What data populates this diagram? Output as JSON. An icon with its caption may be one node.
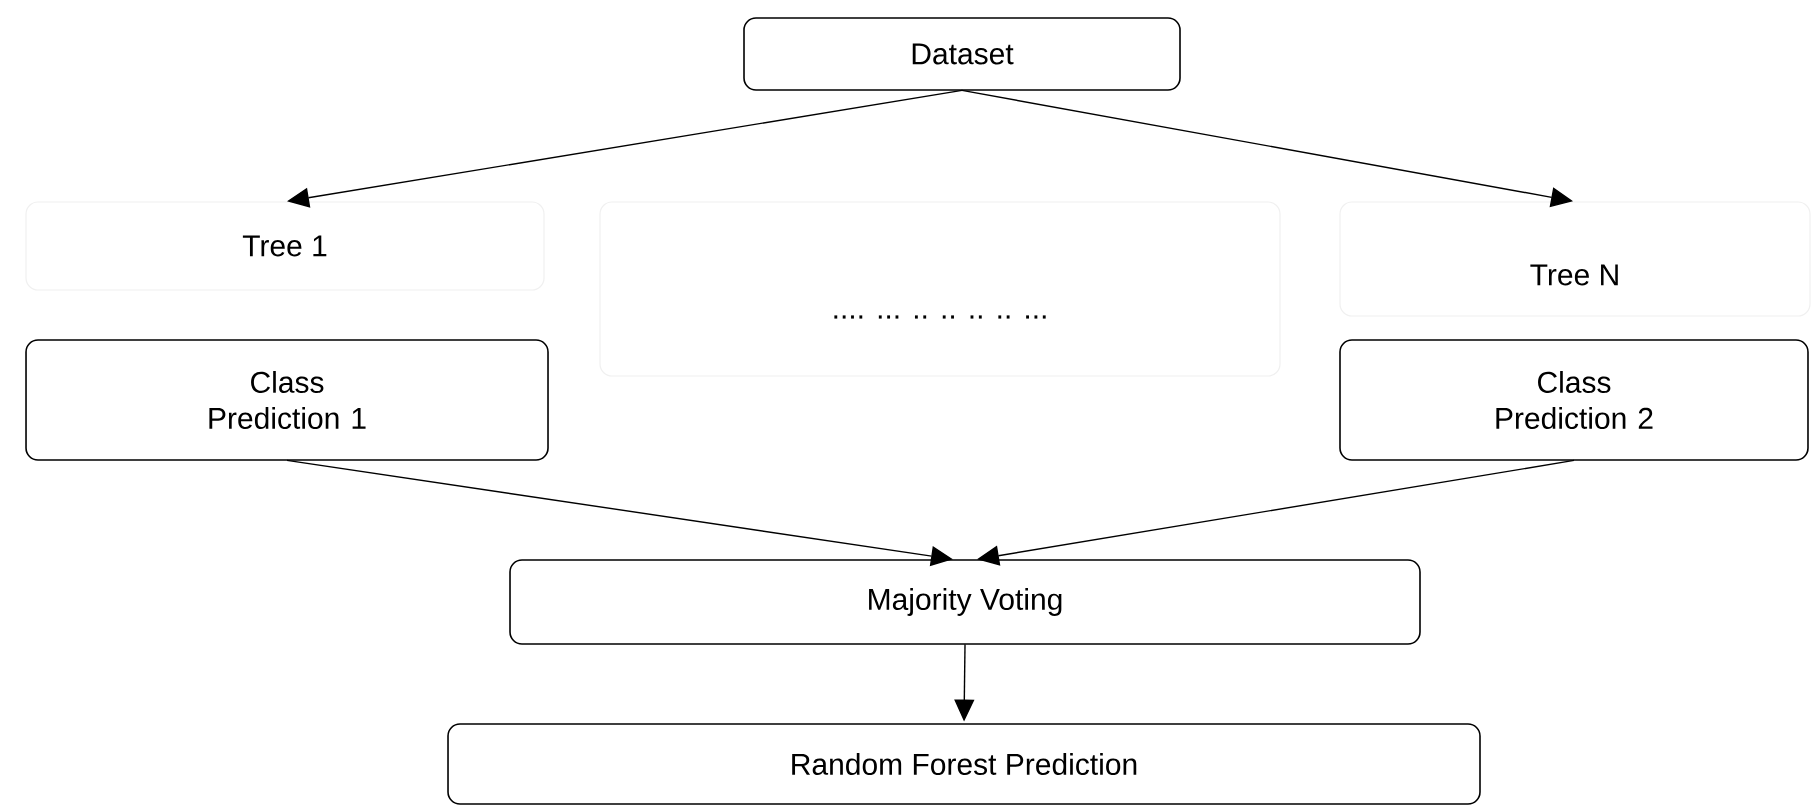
{
  "diagram": {
    "nodes": [
      {
        "text": [
          "Dataset"
        ]
      },
      {
        "text": [
          "Tree 1"
        ]
      },
      {
        "text": [
          ".... ... .. .. .. .. ..."
        ]
      },
      {
        "text": [
          "Tree N"
        ]
      },
      {
        "text": [
          "Class Prediction 1"
        ]
      },
      {
        "text": [
          "Class Prediction 2"
        ]
      },
      {
        "text": [
          "Majority Voting"
        ]
      },
      {
        "text": [
          "Random Forest Prediction"
        ]
      }
    ],
    "edges": [
      {
        "from": 0,
        "to": 1,
        "arrow": "to"
      },
      {
        "from": 0,
        "to": 3,
        "arrow": "to"
      },
      {
        "from": 4,
        "to": 6,
        "arrow": "to"
      },
      {
        "from": 5,
        "to": 6,
        "arrow": "to"
      },
      {
        "from": 6,
        "to": 7,
        "arrow": "to"
      }
    ]
  }
}
